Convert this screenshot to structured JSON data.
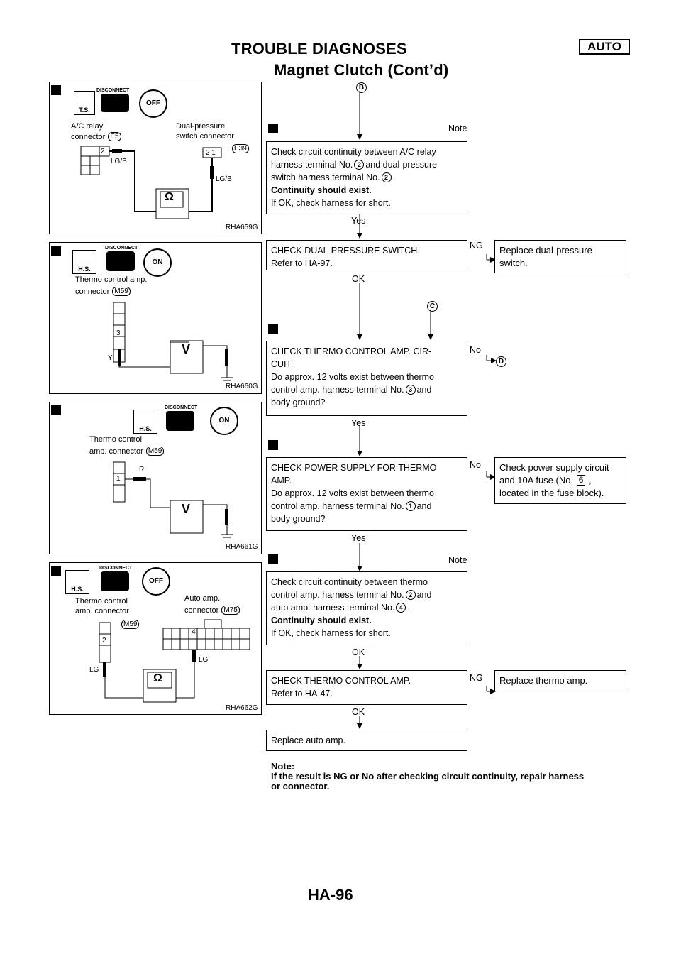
{
  "header": {
    "title": "TROUBLE DIAGNOSES",
    "badge": "AUTO",
    "subtitle": "Magnet Clutch (Cont’d)"
  },
  "connectors": {
    "B": "B",
    "C": "C",
    "D": "D"
  },
  "labels": {
    "note": "Note",
    "yes": "Yes",
    "ok": "OK",
    "ng": "NG",
    "no": "No"
  },
  "diagrams": {
    "H": {
      "code": "RHA659G",
      "line1": "A/C relay",
      "line2": "connector",
      "badge1": "E5",
      "line3": "Dual-pressure",
      "line4": "switch connector",
      "badge2": "E39",
      "wire1": "LG/B",
      "wire2": "LG/B",
      "pin1": "2",
      "pin2a": "2",
      "pin2b": "1",
      "meter": "Ω",
      "sw": "OFF",
      "ts": "T.S.",
      "disc": "DISCONNECT"
    },
    "I": {
      "code": "RHA660G",
      "line1": "Thermo control amp.",
      "line2": "connector",
      "badge1": "M59",
      "pin": "3",
      "wire": "Y",
      "meter": "V",
      "sw": "ON",
      "hs": "H.S.",
      "disc": "DISCONNECT"
    },
    "J": {
      "code": "RHA661G",
      "line1": "Thermo control",
      "line2": "amp. connector",
      "badge1": "M59",
      "pin": "1",
      "wire": "R",
      "meter": "V",
      "sw": "ON",
      "hs": "H.S.",
      "disc": "DISCONNECT"
    },
    "K": {
      "code": "RHA662G",
      "line1": "Thermo control",
      "line2": "amp. connector",
      "badge1": "M59",
      "line3": "Auto amp.",
      "line4": "connector",
      "badge2": "M75",
      "pin1": "2",
      "pin2": "4",
      "wire1": "LG",
      "wire2": "LG",
      "meter": "Ω",
      "sw": "OFF",
      "hs": "H.S.",
      "disc": "DISCONNECT"
    }
  },
  "steps": {
    "s1": {
      "l1": "Check circuit continuity between A/C relay",
      "l2a": "harness terminal No.",
      "n1": "2",
      "l2b": "and dual-pressure",
      "l3a": "switch harness terminal No.",
      "n2": "2",
      "l3b": ".",
      "l4": "Continuity should exist.",
      "l5": "If OK, check harness for short."
    },
    "s2": {
      "l1": "CHECK DUAL-PRESSURE SWITCH.",
      "l2": "Refer to HA-97."
    },
    "s2r": {
      "l1": "Replace dual-pressure",
      "l2": "switch."
    },
    "s3": {
      "l1": "CHECK THERMO CONTROL AMP. CIR-",
      "l2": "CUIT.",
      "l3": "Do approx. 12 volts exist between thermo",
      "l4a": "control amp. harness terminal No.",
      "n1": "3",
      "l4b": "and",
      "l5": "body ground?"
    },
    "s4": {
      "l1": "CHECK POWER SUPPLY FOR THERMO",
      "l2": "AMP.",
      "l3": "Do approx. 12 volts exist between thermo",
      "l4a": "control amp. harness terminal No.",
      "n1": "1",
      "l4b": "and",
      "l5": "body ground?"
    },
    "s4r": {
      "l1": "Check power supply circuit",
      "l2a": "and 10A fuse (No.",
      "fuse": "6",
      "l2b": ",",
      "l3": "located in the fuse block)."
    },
    "s5": {
      "l1": "Check circuit continuity between thermo",
      "l2a": "control amp. harness terminal No.",
      "n1": "2",
      "l2b": "and",
      "l3a": "auto amp. harness terminal No.",
      "n2": "4",
      "l3b": ".",
      "l4": "Continuity should exist.",
      "l5": "If OK, check harness for short."
    },
    "s6": {
      "l1": "CHECK THERMO CONTROL AMP.",
      "l2": "Refer to HA-47."
    },
    "s6r": {
      "l1": "Replace thermo amp."
    },
    "s7": {
      "l1": "Replace auto amp."
    }
  },
  "note": {
    "l1": "Note:",
    "l2": "If the result is NG or No after checking circuit continuity, repair harness",
    "l3": "or connector."
  },
  "page_number": "HA-96"
}
